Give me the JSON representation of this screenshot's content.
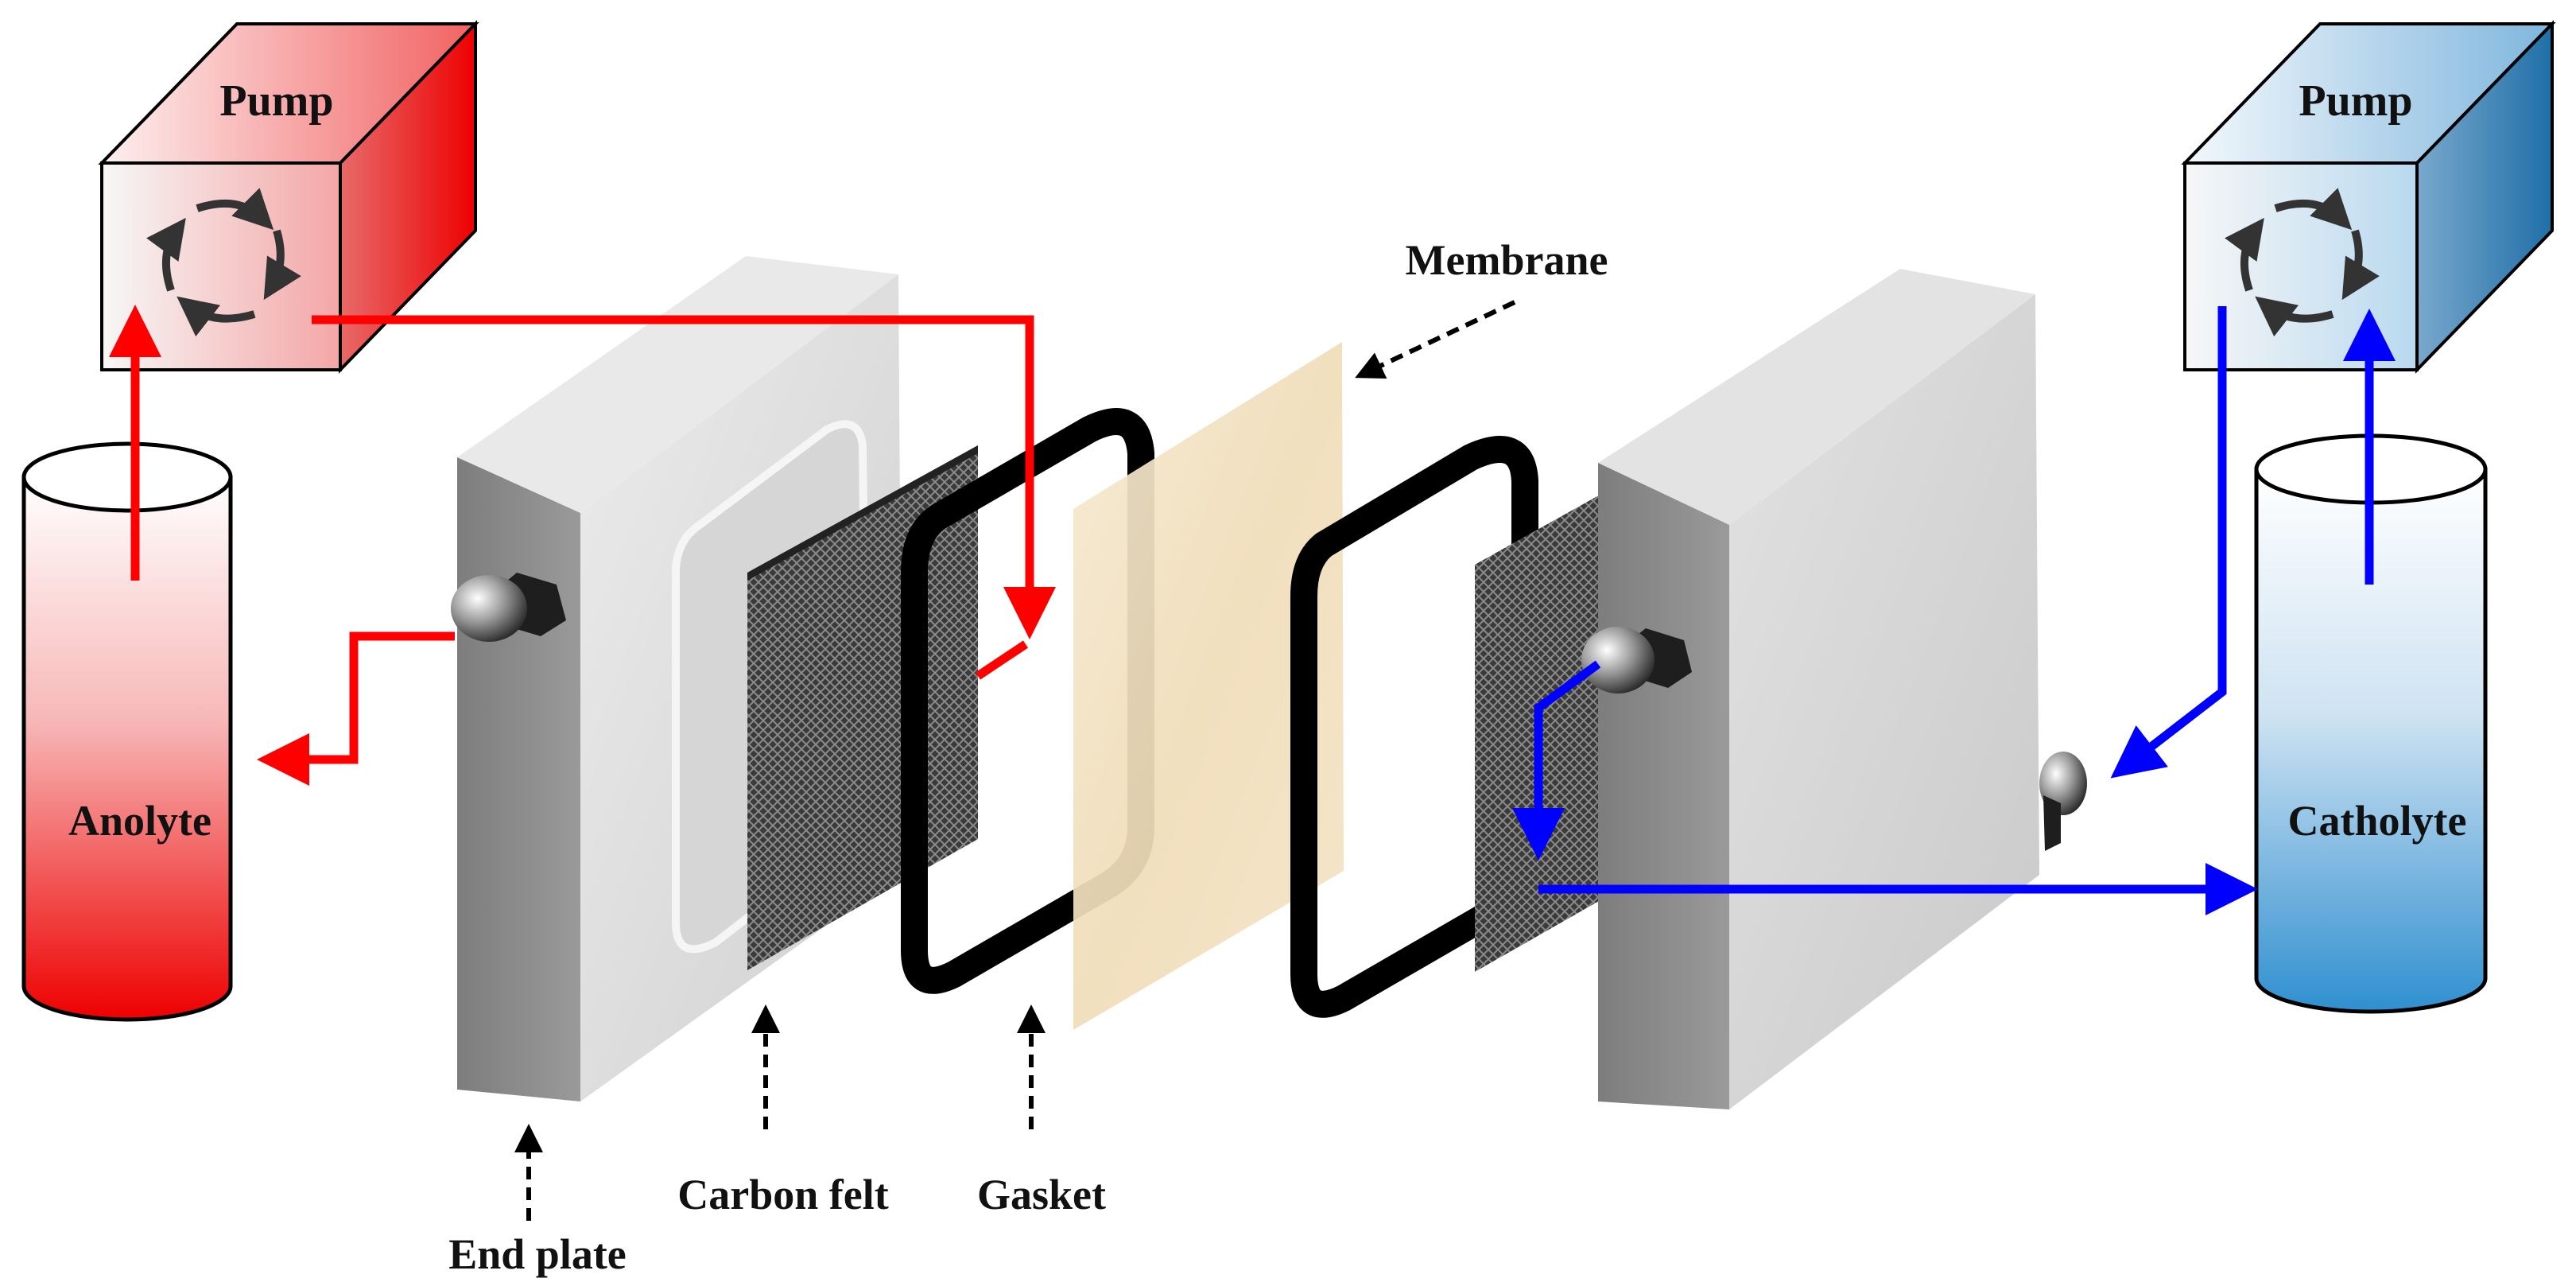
{
  "labels": {
    "pump_left": "Pump",
    "pump_right": "Pump",
    "anolyte": "Anolyte",
    "catholyte": "Catholyte",
    "membrane": "Membrane",
    "end_plate": "End plate",
    "carbon_felt": "Carbon felt",
    "gasket": "Gasket"
  },
  "colors": {
    "anolyte_flow": "#ff0000",
    "catholyte_flow": "#0000ff",
    "end_plate": "#d9d9d9",
    "carbon_felt": "#4a4a4a",
    "gasket": "#000000",
    "membrane": "#f2e3c6"
  }
}
